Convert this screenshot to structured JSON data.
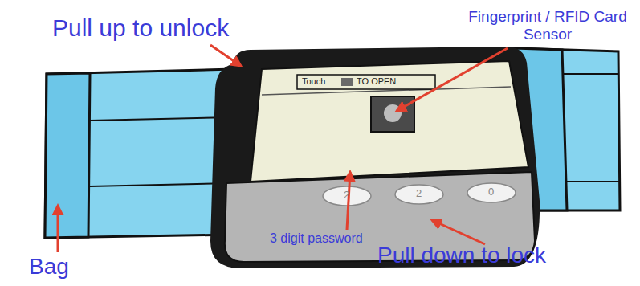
{
  "diagram": {
    "labels": [
      "Pull up to unlock",
      "Fingerprint / RFID Card Sensor",
      "Touch",
      "TO OPEN",
      "2",
      "2",
      "0",
      "3 digit password",
      "Pull down to lock",
      "Bag"
    ]
  }
}
